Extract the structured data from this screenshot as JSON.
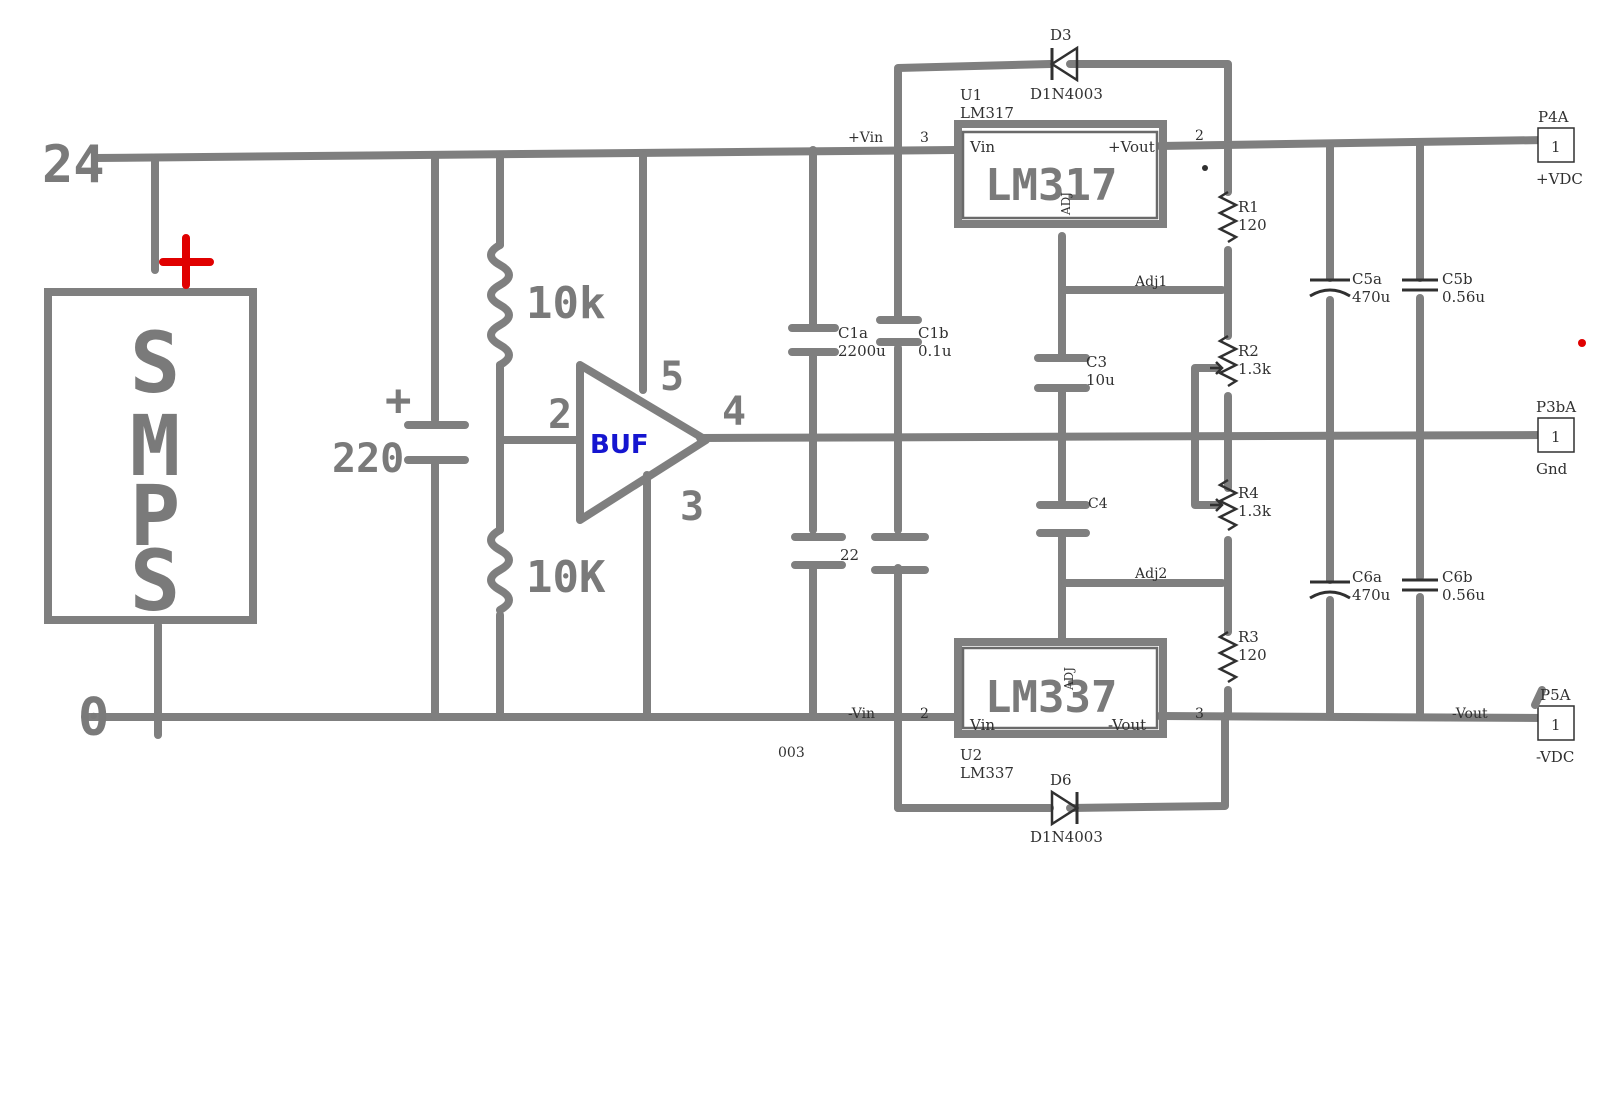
{
  "supply": {
    "pos_label": "24",
    "neg_label": "0",
    "block_letters": [
      "S",
      "M",
      "P",
      "S"
    ],
    "accent_plus_color": "#e00000"
  },
  "input_cap": {
    "value": "220",
    "polarity": "+"
  },
  "divider": {
    "r_top": "10k",
    "r_bottom": "10K"
  },
  "buffer": {
    "label": "BUF",
    "label_color": "#1515d0",
    "pin_in": "2",
    "pin_out": "4",
    "pin_vpos": "5",
    "pin_vneg": "3"
  },
  "regulator_pos": {
    "ref": "U1",
    "part_small": "LM317",
    "part_big": "LM317",
    "pin_vin": "Vin",
    "pin_vout": "+Vout",
    "pin_adj": "ADJ",
    "pin_num_in": "3",
    "pin_num_out": "2",
    "net_in": "+Vin"
  },
  "regulator_neg": {
    "ref": "U2",
    "part_small": "LM337",
    "part_big": "LM337",
    "pin_vin": "Vin",
    "pin_vout": "-Vout",
    "pin_adj": "ADJ",
    "pin_num_in": "2",
    "pin_num_out": "3",
    "net_in": "-Vin",
    "net_out": "-Vout"
  },
  "diodes": [
    {
      "ref": "D3",
      "part": "D1N4003"
    },
    {
      "ref": "D6",
      "part": "D1N4003"
    }
  ],
  "capacitors": {
    "c1a": {
      "ref": "C1a",
      "value": "2200u"
    },
    "c1b": {
      "ref": "C1b",
      "value": "0.1u"
    },
    "c2": {
      "value": "22"
    },
    "c3": {
      "ref": "C3",
      "value": "10u"
    },
    "c4": {
      "ref": "C4"
    },
    "c5a": {
      "ref": "C5a",
      "value": "470u"
    },
    "c5b": {
      "ref": "C5b",
      "value": "0.56u"
    },
    "c6a": {
      "ref": "C6a",
      "value": "470u"
    },
    "c6b": {
      "ref": "C6b",
      "value": "0.56u"
    }
  },
  "resistors": {
    "r1": {
      "ref": "R1",
      "value": "120"
    },
    "r2": {
      "ref": "R2",
      "value": "1.3k"
    },
    "r3": {
      "ref": "R3",
      "value": "120"
    },
    "r4": {
      "ref": "R4",
      "value": "1.3k"
    }
  },
  "nets": {
    "adj1": "Adj1",
    "adj2": "Adj2",
    "fragment_003": "003"
  },
  "connectors": [
    {
      "ref": "P4A",
      "pin": "1",
      "label": "+VDC"
    },
    {
      "ref": "P3bA",
      "pin": "1",
      "label": "Gnd"
    },
    {
      "ref": "P5A",
      "pin": "1",
      "label": "-VDC"
    }
  ],
  "colors": {
    "wire": "#7f7f7f",
    "hand_text": "#7a7a7a",
    "marker_red": "#e00000"
  }
}
